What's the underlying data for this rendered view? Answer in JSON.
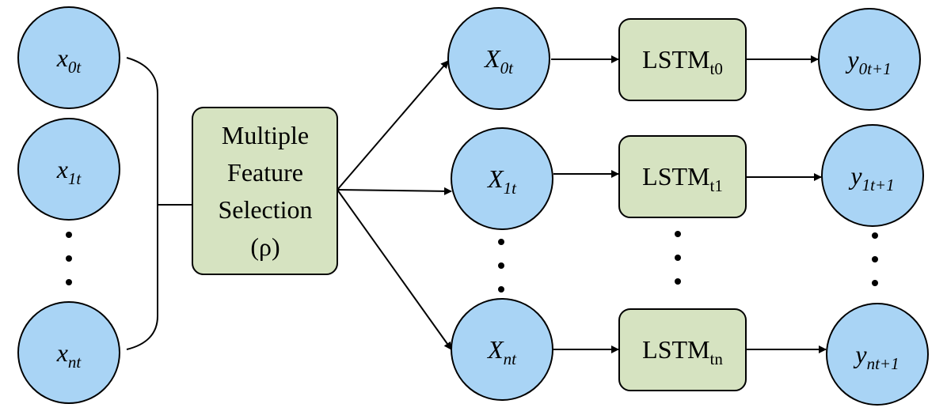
{
  "colors": {
    "circle_fill": "#a9d4f5",
    "box_fill": "#d6e3c1",
    "stroke": "#000000",
    "background": "#ffffff"
  },
  "inputs": [
    {
      "base": "x",
      "sub": "0t"
    },
    {
      "base": "x",
      "sub": "1t"
    },
    {
      "base": "x",
      "sub": "nt"
    }
  ],
  "selection_box": {
    "lines": [
      "Multiple",
      "Feature",
      "Selection",
      "(ρ)"
    ]
  },
  "features": [
    {
      "base": "X",
      "sub": "0t"
    },
    {
      "base": "X",
      "sub": "1t"
    },
    {
      "base": "X",
      "sub": "nt"
    }
  ],
  "lstms": [
    {
      "base": "LSTM",
      "sub": "t0"
    },
    {
      "base": "LSTM",
      "sub": "t1"
    },
    {
      "base": "LSTM",
      "sub": "tn"
    }
  ],
  "outputs": [
    {
      "base": "y",
      "sub": "0t+1"
    },
    {
      "base": "y",
      "sub": "1t+1"
    },
    {
      "base": "y",
      "sub": "nt+1"
    }
  ]
}
